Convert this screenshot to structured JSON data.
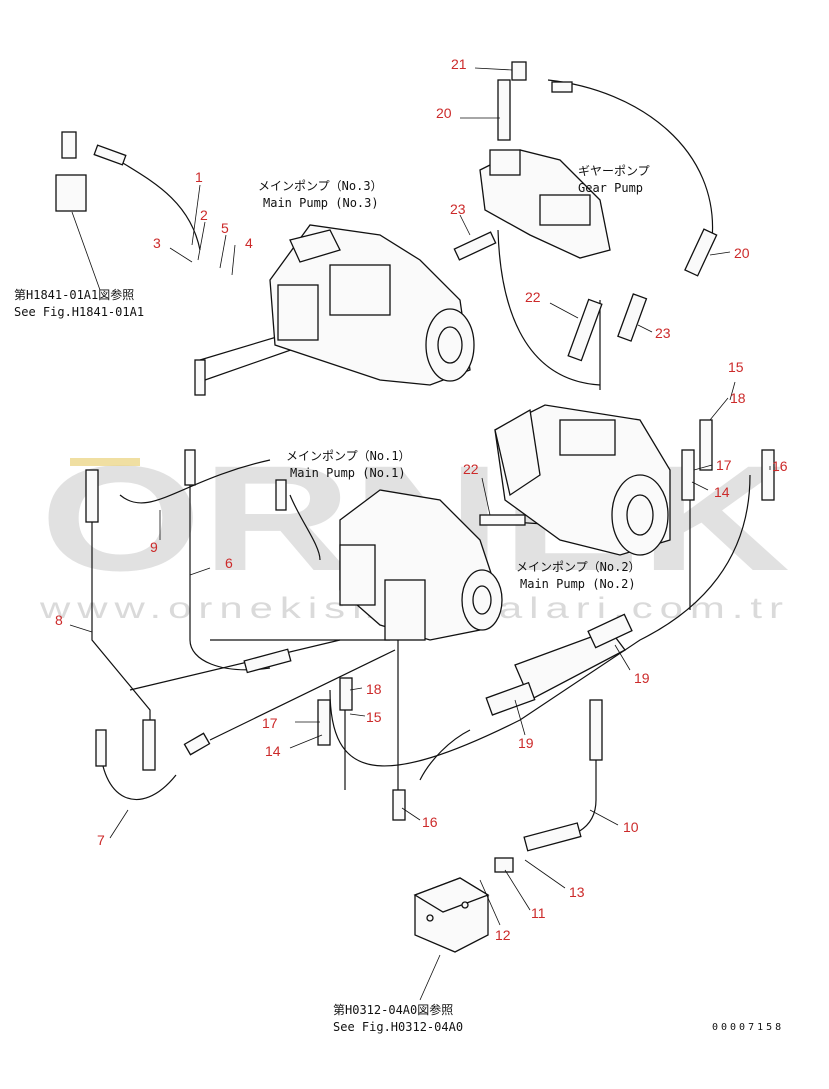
{
  "diagram": {
    "references": {
      "top_left_jp": "第H1841-01A1図参照",
      "top_left_en": "See Fig.H1841-01A1",
      "bottom_jp": "第H0312-04A0図参照",
      "bottom_en": "See Fig.H0312-04A0"
    },
    "labels": {
      "pump3_jp": "メインポンプ（No.3）",
      "pump3_en": "Main Pump (No.3)",
      "pump1_jp": "メインポンプ（No.1）",
      "pump1_en": "Main Pump (No.1)",
      "pump2_jp": "メインポンプ（No.2）",
      "pump2_en": "Main Pump (No.2)",
      "gear_jp": "ギヤーポンプ",
      "gear_en": "Gear Pump"
    },
    "callouts": [
      "1",
      "2",
      "3",
      "4",
      "5",
      "6",
      "7",
      "8",
      "9",
      "10",
      "11",
      "12",
      "13",
      "14",
      "14",
      "15",
      "15",
      "16",
      "16",
      "17",
      "17",
      "18",
      "18",
      "19",
      "19",
      "20",
      "20",
      "21",
      "22",
      "22",
      "23",
      "23"
    ],
    "doc_number": "00007158",
    "callout_color": "#cc2a2a"
  },
  "watermark": {
    "brand": "ORNEK",
    "url": "www.ornekismakinalari.com.tr"
  }
}
